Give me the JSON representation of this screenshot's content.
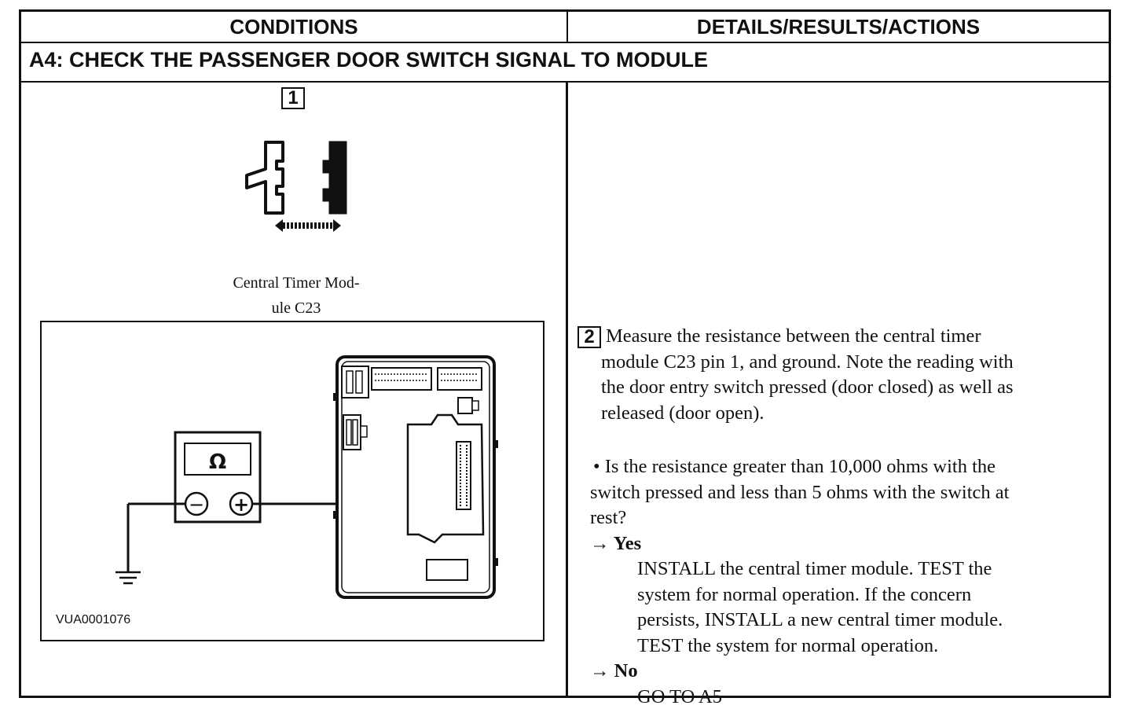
{
  "header": {
    "conditions": "CONDITIONS",
    "details": "DETAILS/RESULTS/ACTIONS"
  },
  "test_step_title": "A4: CHECK THE PASSENGER DOOR SWITCH SIGNAL TO MODULE",
  "step1": {
    "number": "1",
    "caption_line1": "Central Timer Mod-",
    "caption_line2": "ule C23"
  },
  "diagram": {
    "meter_symbol": "Ω",
    "minus_symbol": "−",
    "plus_symbol": "+",
    "figure_id": "VUA0001076"
  },
  "step2": {
    "number": "2",
    "text_line1": "Measure the resistance between the central timer",
    "text_line2": "module C23 pin 1, and ground. Note the reading with",
    "text_line3": "the door entry switch pressed (door closed) as well as",
    "text_line4": "released (door open)."
  },
  "question": {
    "line1": "• Is the resistance greater than 10,000 ohms with the",
    "line2": "switch pressed and less than 5 ohms with the switch at",
    "line3": "rest?"
  },
  "yes": {
    "label": "→ Yes",
    "line1": "INSTALL the central timer module. TEST the",
    "line2": "system for normal operation. If the concern",
    "line3": "persists, INSTALL a new central timer module.",
    "line4": "TEST the system for normal operation."
  },
  "no": {
    "label": "→ No",
    "action": "GO TO A5"
  }
}
